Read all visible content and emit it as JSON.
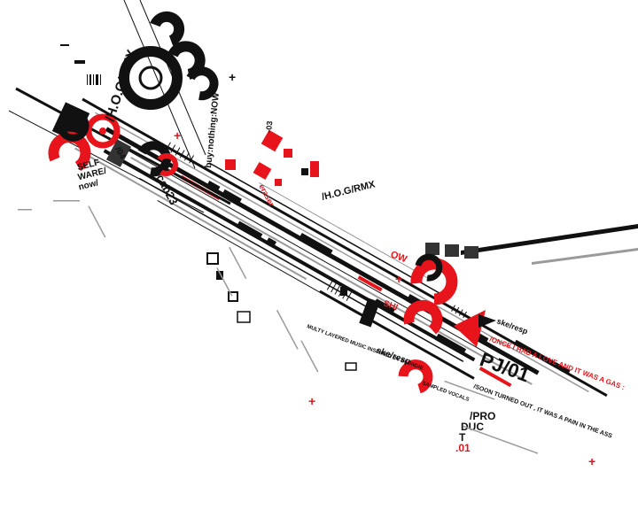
{
  "colors": {
    "background": "#ffffff",
    "ink": "#111111",
    "accent": "#e8141c",
    "gray": "#9a9a9a"
  },
  "texts": {
    "hog_top": "/H.O.G/RMX",
    "buy_nothing": "buy:nothing:NOW",
    "hog_mid": "/H.O.G/RMX",
    "self_ware": [
      "SELF",
      "WARE/",
      "now/"
    ],
    "ow": "OW",
    "shi": "SHI",
    "ske_resp_right": "ske/resp",
    "once_line": "/ONCE I HAD A LOVE AND IT WAS A GAS :",
    "pj01": "PJ/01",
    "ske_resp_left": "ske/resp",
    "soon_line": "/SOON TURNED OUT , IT WAS A PAIN IN THE ASS",
    "multi_layered": "MULTY LAYERED MUSIC INSPIRED BY BLONDIE",
    "sampled_vocals": "SAMPLED VOCALS",
    "product": [
      "/PRO",
      "DUC",
      "T",
      ".01"
    ],
    "code_04": "/04",
    "code_03": "-03",
    "eraser": "eraser",
    "cab23": "cab23",
    "plus": "+"
  }
}
